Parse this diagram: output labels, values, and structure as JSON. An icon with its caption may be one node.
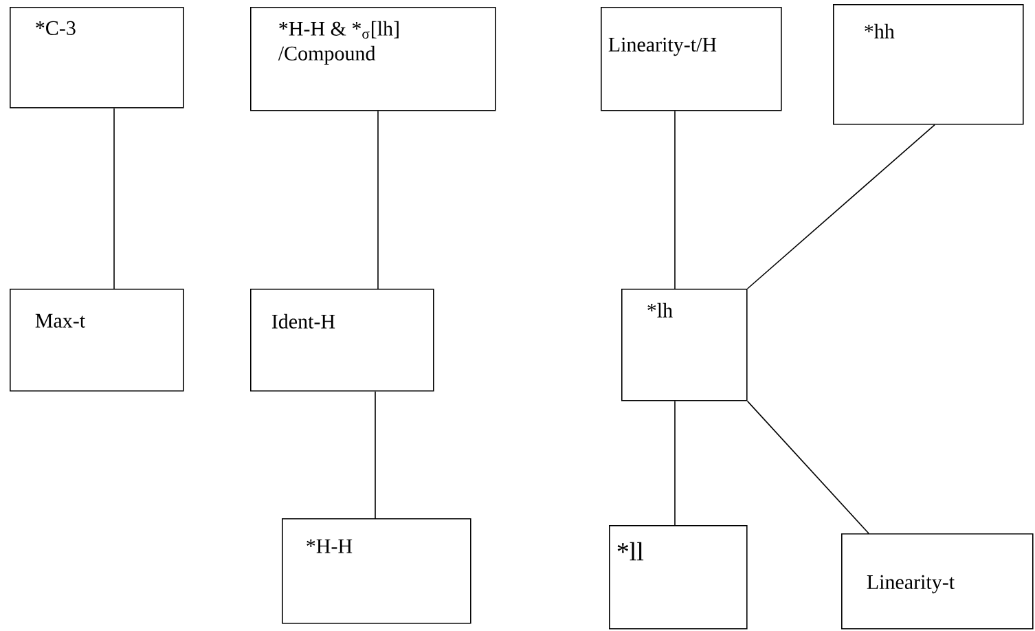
{
  "diagram": {
    "nodes": [
      {
        "text": [
          "*C-3"
        ]
      },
      {
        "text": [
          "*H-H & *$_{σ}$[lh] /Compound"
        ]
      },
      {
        "text": [
          "Linearity-t/H"
        ]
      },
      {
        "text": [
          "*hh"
        ]
      },
      {
        "text": [
          "Max-t"
        ]
      },
      {
        "text": [
          "Ident-H"
        ]
      },
      {
        "text": [
          "*lh"
        ]
      },
      {
        "text": [
          "*H-H"
        ]
      },
      {
        "text": [
          "*ll"
        ]
      },
      {
        "text": [
          "Linearity-t"
        ]
      }
    ],
    "edges": [
      {
        "from": 0,
        "to": 4,
        "arrow": "none"
      },
      {
        "from": 1,
        "to": 5,
        "arrow": "none"
      },
      {
        "from": 2,
        "to": 6,
        "arrow": "none"
      },
      {
        "from": 3,
        "to": 6,
        "arrow": "none"
      },
      {
        "from": 5,
        "to": 7,
        "arrow": "none"
      },
      {
        "from": 6,
        "to": 8,
        "arrow": "none"
      },
      {
        "from": 6,
        "to": 9,
        "arrow": "none"
      }
    ]
  }
}
